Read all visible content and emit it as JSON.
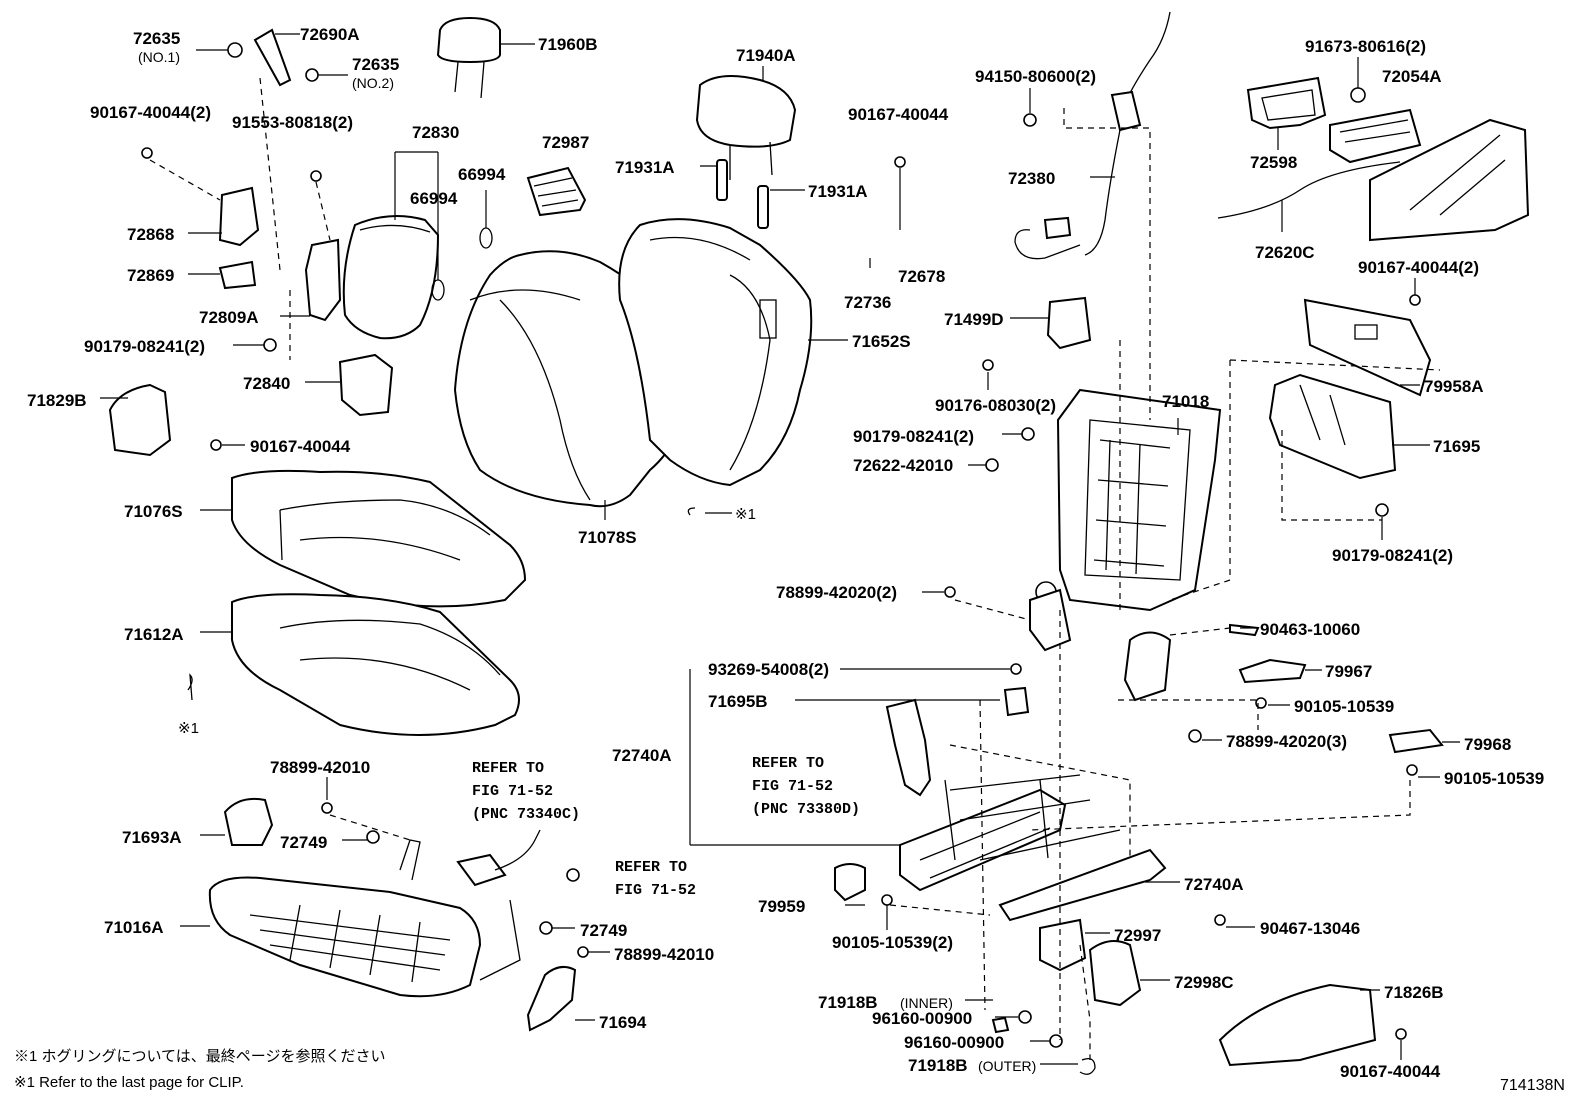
{
  "labels": {
    "l72635a": "72635",
    "l72635a_sub": "(NO.1)",
    "l72690a": "72690A",
    "l72635b": "72635",
    "l72635b_sub": "(NO.2)",
    "l71960b": "71960B",
    "l71940a": "71940A",
    "l90167_40044_2_left": "90167-40044(2)",
    "l91553": "91553-80818(2)",
    "l72830": "72830",
    "l66994a": "66994",
    "l66994b": "66994",
    "l72987": "72987",
    "l71931a_a": "71931A",
    "l71931a_b": "71931A",
    "l90167_40044_mid": "90167-40044",
    "l72868": "72868",
    "l72869": "72869",
    "l72809a": "72809A",
    "l90179_08241_2_left": "90179-08241(2)",
    "l72840": "72840",
    "l71829b": "71829B",
    "l90167_40044_left": "90167-40044",
    "l71652s": "71652S",
    "l72678": "72678",
    "l72736": "72736",
    "l94150": "94150-80600(2)",
    "l72380": "72380",
    "l91673": "91673-80616(2)",
    "l72054a": "72054A",
    "l72598": "72598",
    "l72620c": "72620C",
    "l90167_40044_2_right": "90167-40044(2)",
    "l71499d": "71499D",
    "l79958a": "79958A",
    "l90176": "90176-08030(2)",
    "l71018": "71018",
    "l90179_08241_2_mid": "90179-08241(2)",
    "l72622": "72622-42010",
    "l71695": "71695",
    "l90179_08241_2_right": "90179-08241(2)",
    "l71076s": "71076S",
    "l71078s": "71078S",
    "l_x1_mid": "※1",
    "l78899_42020_2": "78899-42020(2)",
    "l90463": "90463-10060",
    "l71612a": "71612A",
    "l93269": "93269-54008(2)",
    "l79967": "79967",
    "l71695b": "71695B",
    "l90105_10539_a": "90105-10539",
    "l_x1_left": "※1",
    "l72740a_left": "72740A",
    "l78899_42020_3": "78899-42020(3)",
    "l79968": "79968",
    "l90105_10539_b": "90105-10539",
    "l78899_42010_top": "78899-42010",
    "l71693a": "71693A",
    "l72749_top": "72749",
    "l71016a": "71016A",
    "l72749_bot": "72749",
    "l78899_42010_bot": "78899-42010",
    "l71694": "71694",
    "l79959": "79959",
    "l90105_10539_2": "90105-10539(2)",
    "l72740a_right": "72740A",
    "l72997": "72997",
    "l90467": "90467-13046",
    "l72998c": "72998C",
    "l71918b_inner": "71918B",
    "l71918b_inner_sub": "(INNER)",
    "l96160_a": "96160-00900",
    "l96160_b": "96160-00900",
    "l71918b_outer": "71918B",
    "l71918b_outer_sub": "(OUTER)",
    "l71826b": "71826B",
    "l90167_40044_bot": "90167-40044"
  },
  "refer_notes": {
    "r1_line1": "REFER TO",
    "r1_line2": "FIG 71-52",
    "r1_line3": "(PNC 73340C)",
    "r2_line1": "REFER TO",
    "r2_line2": "FIG 71-52",
    "r2_line3": "(PNC 73380D)",
    "r3_line1": "REFER TO",
    "r3_line2": "FIG 71-52"
  },
  "footnotes": {
    "jp": "※1 ホグリングについては、最終ページを参照ください",
    "en": "※1 Refer to the last page for CLIP."
  },
  "figure_id": "714138N"
}
